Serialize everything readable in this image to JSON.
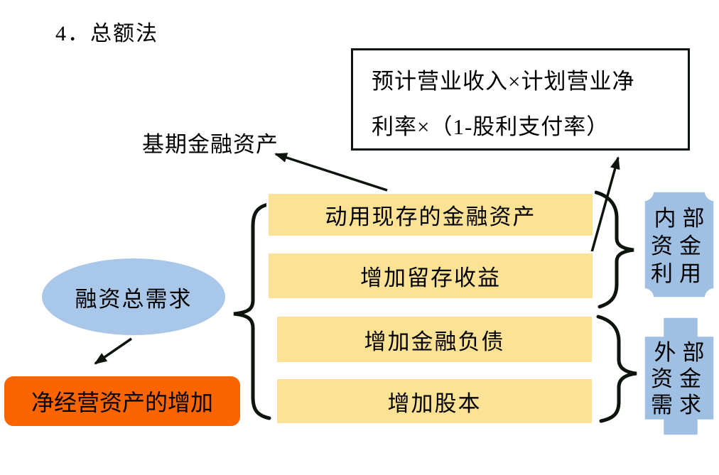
{
  "title": "4．总额法",
  "formula_box": {
    "line1": "预计营业收入×计划营业净",
    "line2": "利率×（1-股利支付率）"
  },
  "labels": {
    "base_financial_assets": "基期金融资产"
  },
  "ellipse": {
    "label": "融资总需求"
  },
  "orange_box": {
    "label": "净经营资产的增加"
  },
  "funding_sources": [
    {
      "label": "动用现存的金融资产"
    },
    {
      "label": "增加留存收益"
    },
    {
      "label": "增加金融负债"
    },
    {
      "label": "增加股本"
    }
  ],
  "groups": {
    "internal": {
      "label": "内部资金利用",
      "lines": [
        "内部",
        "资金",
        "利用"
      ]
    },
    "external": {
      "label": "外部资金需求",
      "lines": [
        "外部",
        "资金",
        "需求"
      ]
    }
  },
  "colors": {
    "background": "#ffffff",
    "yellow_box_fill": "#fbe294",
    "ellipse_fill": "#a9c7e9",
    "group_shape_fill": "#9fc0e2",
    "orange_fill": "#fa6500",
    "line_color": "#0d140d",
    "shape_border": "#ffffff",
    "text_color": "#000000"
  }
}
